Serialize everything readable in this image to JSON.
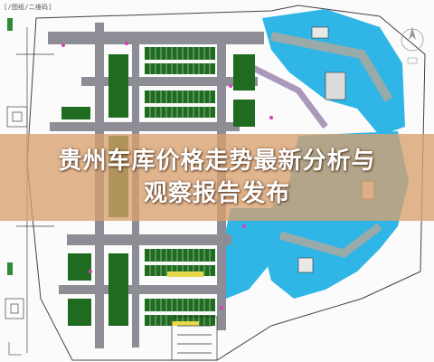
{
  "image": {
    "description_icon": "parking-floor-plan",
    "colors": {
      "parking_blue": "#2fb6e6",
      "stall_green": "#1f6b1f",
      "overlay": "#d8a06e",
      "headline": "#ffffff"
    }
  },
  "corner_label": "[/图纸/二维码]",
  "headline": {
    "line1": "贵州车库价格走势最新分析与",
    "line2": "观察报告发布"
  }
}
